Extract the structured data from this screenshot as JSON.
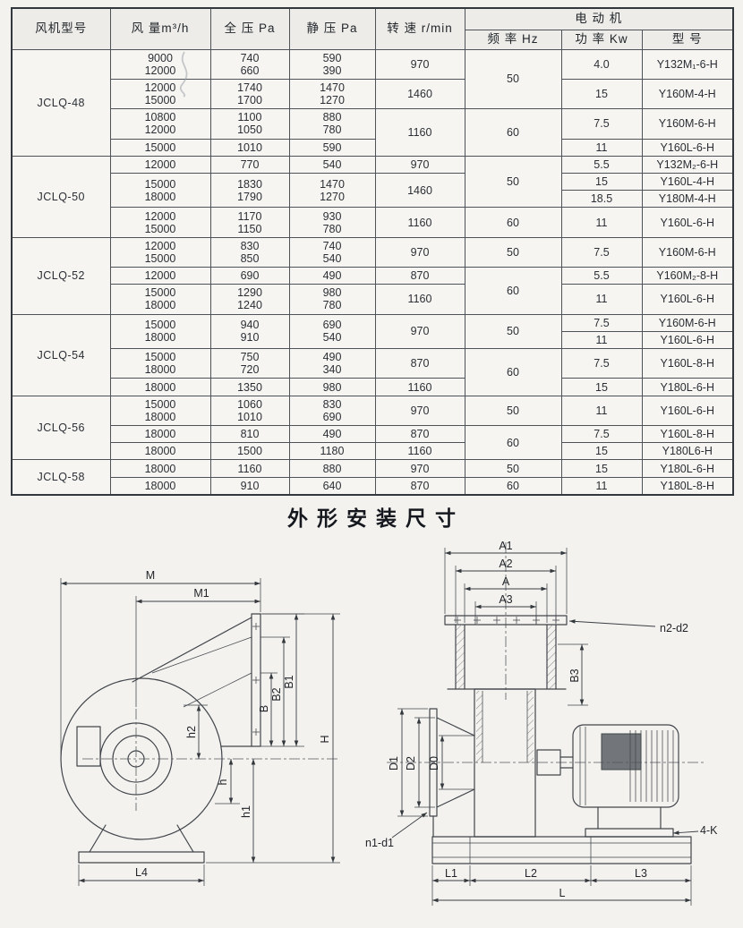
{
  "colors": {
    "background": "#f4f2ee",
    "ink": "#23272c",
    "line": "#40454b"
  },
  "table": {
    "header": {
      "model": "风机型号",
      "volume": "风 量m³/h",
      "total_pressure": "全 压 Pa",
      "static_pressure": "静 压 Pa",
      "speed": "转 速 r/min",
      "motor": "电  动  机",
      "freq": "频 率 Hz",
      "power": "功 率 Kw",
      "motor_model": "型  号"
    },
    "rows": [
      [
        {
          "t": "JCLQ-48",
          "rs": 4,
          "n": "fan-model-cell",
          "cls": "fan-model"
        },
        {
          "t": "9000\n12000"
        },
        {
          "t": "740\n660"
        },
        {
          "t": "590\n390"
        },
        {
          "t": "970"
        },
        {
          "t": "50",
          "rs": 2
        },
        {
          "t": "4.0"
        },
        {
          "t": "Y132M₁-6-H"
        }
      ],
      [
        {
          "t": "12000\n15000"
        },
        {
          "t": "1740\n1700"
        },
        {
          "t": "1470\n1270"
        },
        {
          "t": "1460"
        },
        {
          "t": "15"
        },
        {
          "t": "Y160M-4-H"
        }
      ],
      [
        {
          "t": "10800\n12000"
        },
        {
          "t": "1100\n1050"
        },
        {
          "t": "880\n780"
        },
        {
          "t": "1160",
          "rs": 2
        },
        {
          "t": "60",
          "rs": 2
        },
        {
          "t": "7.5"
        },
        {
          "t": "Y160M-6-H"
        }
      ],
      [
        {
          "t": "15000"
        },
        {
          "t": "1010"
        },
        {
          "t": "590"
        },
        {
          "t": "11"
        },
        {
          "t": "Y160L-6-H"
        }
      ],
      [
        {
          "t": "JCLQ-50",
          "rs": 4,
          "n": "fan-model-cell",
          "cls": "fan-model"
        },
        {
          "t": "12000"
        },
        {
          "t": "770"
        },
        {
          "t": "540"
        },
        {
          "t": "970"
        },
        {
          "t": "50",
          "rs": 3
        },
        {
          "t": "5.5"
        },
        {
          "t": "Y132M₂-6-H"
        }
      ],
      [
        {
          "t": "15000\n18000",
          "rs": 2
        },
        {
          "t": "1830\n1790",
          "rs": 2
        },
        {
          "t": "1470\n1270",
          "rs": 2
        },
        {
          "t": "1460",
          "rs": 2
        },
        {
          "t": "15"
        },
        {
          "t": "Y160L-4-H"
        }
      ],
      [
        {
          "t": "18.5"
        },
        {
          "t": "Y180M-4-H"
        }
      ],
      [
        {
          "t": "12000\n15000"
        },
        {
          "t": "1170\n1150"
        },
        {
          "t": "930\n780"
        },
        {
          "t": "1160"
        },
        {
          "t": "60"
        },
        {
          "t": "11"
        },
        {
          "t": "Y160L-6-H"
        }
      ],
      [
        {
          "t": "JCLQ-52",
          "rs": 3,
          "n": "fan-model-cell",
          "cls": "fan-model"
        },
        {
          "t": "12000\n15000"
        },
        {
          "t": "830\n850"
        },
        {
          "t": "740\n540"
        },
        {
          "t": "970"
        },
        {
          "t": "50"
        },
        {
          "t": "7.5"
        },
        {
          "t": "Y160M-6-H"
        }
      ],
      [
        {
          "t": "12000"
        },
        {
          "t": "690"
        },
        {
          "t": "490"
        },
        {
          "t": "870"
        },
        {
          "t": "60",
          "rs": 2
        },
        {
          "t": "5.5"
        },
        {
          "t": "Y160M₂-8-H"
        }
      ],
      [
        {
          "t": "15000\n18000"
        },
        {
          "t": "1290\n1240"
        },
        {
          "t": "980\n780"
        },
        {
          "t": "1160"
        },
        {
          "t": "11"
        },
        {
          "t": "Y160L-6-H"
        }
      ],
      [
        {
          "t": "JCLQ-54",
          "rs": 4,
          "n": "fan-model-cell",
          "cls": "fan-model"
        },
        {
          "t": "15000\n18000",
          "rs": 2
        },
        {
          "t": "940\n910",
          "rs": 2
        },
        {
          "t": "690\n540",
          "rs": 2
        },
        {
          "t": "970",
          "rs": 2
        },
        {
          "t": "50",
          "rs": 2
        },
        {
          "t": "7.5"
        },
        {
          "t": "Y160M-6-H"
        }
      ],
      [
        {
          "t": "11"
        },
        {
          "t": "Y160L-6-H"
        }
      ],
      [
        {
          "t": "15000\n18000"
        },
        {
          "t": "750\n720"
        },
        {
          "t": "490\n340"
        },
        {
          "t": "870"
        },
        {
          "t": "60",
          "rs": 2
        },
        {
          "t": "7.5"
        },
        {
          "t": "Y160L-8-H"
        }
      ],
      [
        {
          "t": "18000"
        },
        {
          "t": "1350"
        },
        {
          "t": "980"
        },
        {
          "t": "1160"
        },
        {
          "t": "15"
        },
        {
          "t": "Y180L-6-H"
        }
      ],
      [
        {
          "t": "JCLQ-56",
          "rs": 3,
          "n": "fan-model-cell",
          "cls": "fan-model"
        },
        {
          "t": "15000\n18000"
        },
        {
          "t": "1060\n1010"
        },
        {
          "t": "830\n690"
        },
        {
          "t": "970"
        },
        {
          "t": "50"
        },
        {
          "t": "11"
        },
        {
          "t": "Y160L-6-H"
        }
      ],
      [
        {
          "t": "18000"
        },
        {
          "t": "810"
        },
        {
          "t": "490"
        },
        {
          "t": "870"
        },
        {
          "t": "60",
          "rs": 2
        },
        {
          "t": "7.5"
        },
        {
          "t": "Y160L-8-H"
        }
      ],
      [
        {
          "t": "18000"
        },
        {
          "t": "1500"
        },
        {
          "t": "1180"
        },
        {
          "t": "1160"
        },
        {
          "t": "15"
        },
        {
          "t": "Y180L6-H"
        }
      ],
      [
        {
          "t": "JCLQ-58",
          "rs": 2,
          "n": "fan-model-cell",
          "cls": "fan-model"
        },
        {
          "t": "18000"
        },
        {
          "t": "1160"
        },
        {
          "t": "880"
        },
        {
          "t": "970"
        },
        {
          "t": "50"
        },
        {
          "t": "15"
        },
        {
          "t": "Y180L-6-H"
        }
      ],
      [
        {
          "t": "18000"
        },
        {
          "t": "910"
        },
        {
          "t": "640"
        },
        {
          "t": "870"
        },
        {
          "t": "60"
        },
        {
          "t": "11"
        },
        {
          "t": "Y180L-8-H"
        }
      ]
    ]
  },
  "outline_drawing": {
    "title": "外形安装尺寸",
    "side_view_labels": {
      "M": "M",
      "M1": "M1",
      "B": "B",
      "B2": "B2",
      "B1": "B1",
      "H": "H",
      "h": "h",
      "h1": "h1",
      "h2": "h2",
      "L4": "L4"
    },
    "front_view_labels": {
      "A1": "A1",
      "A2": "A2",
      "A": "A",
      "A3": "A3",
      "B3": "B3",
      "D0": "D0",
      "D1": "D1",
      "D2": "D2",
      "L": "L",
      "L1": "L1",
      "L2": "L2",
      "L3": "L3",
      "n1_d1": "n1-d1",
      "n2_d2": "n2-d2",
      "K4": "4-K"
    }
  }
}
